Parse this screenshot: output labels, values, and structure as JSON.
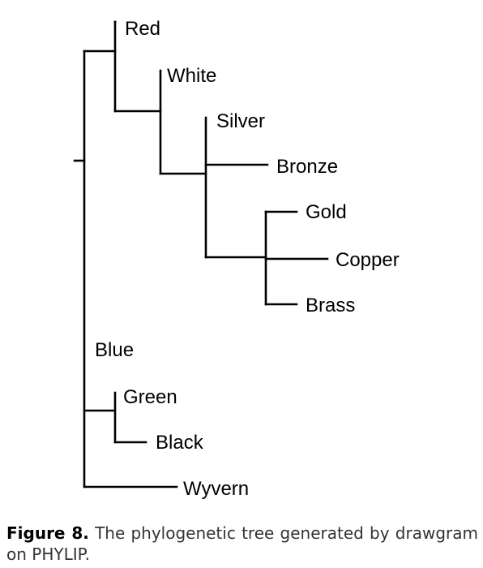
{
  "tree": {
    "leaves": {
      "red": "Red",
      "white": "White",
      "silver": "Silver",
      "bronze": "Bronze",
      "gold": "Gold",
      "copper": "Copper",
      "brass": "Brass",
      "blue": "Blue",
      "green": "Green",
      "black": "Black",
      "wyvern": "Wyvern"
    }
  },
  "caption": {
    "label": "Figure 8.",
    "text": " The phylogenetic tree generated by drawgram on PHYLIP."
  }
}
